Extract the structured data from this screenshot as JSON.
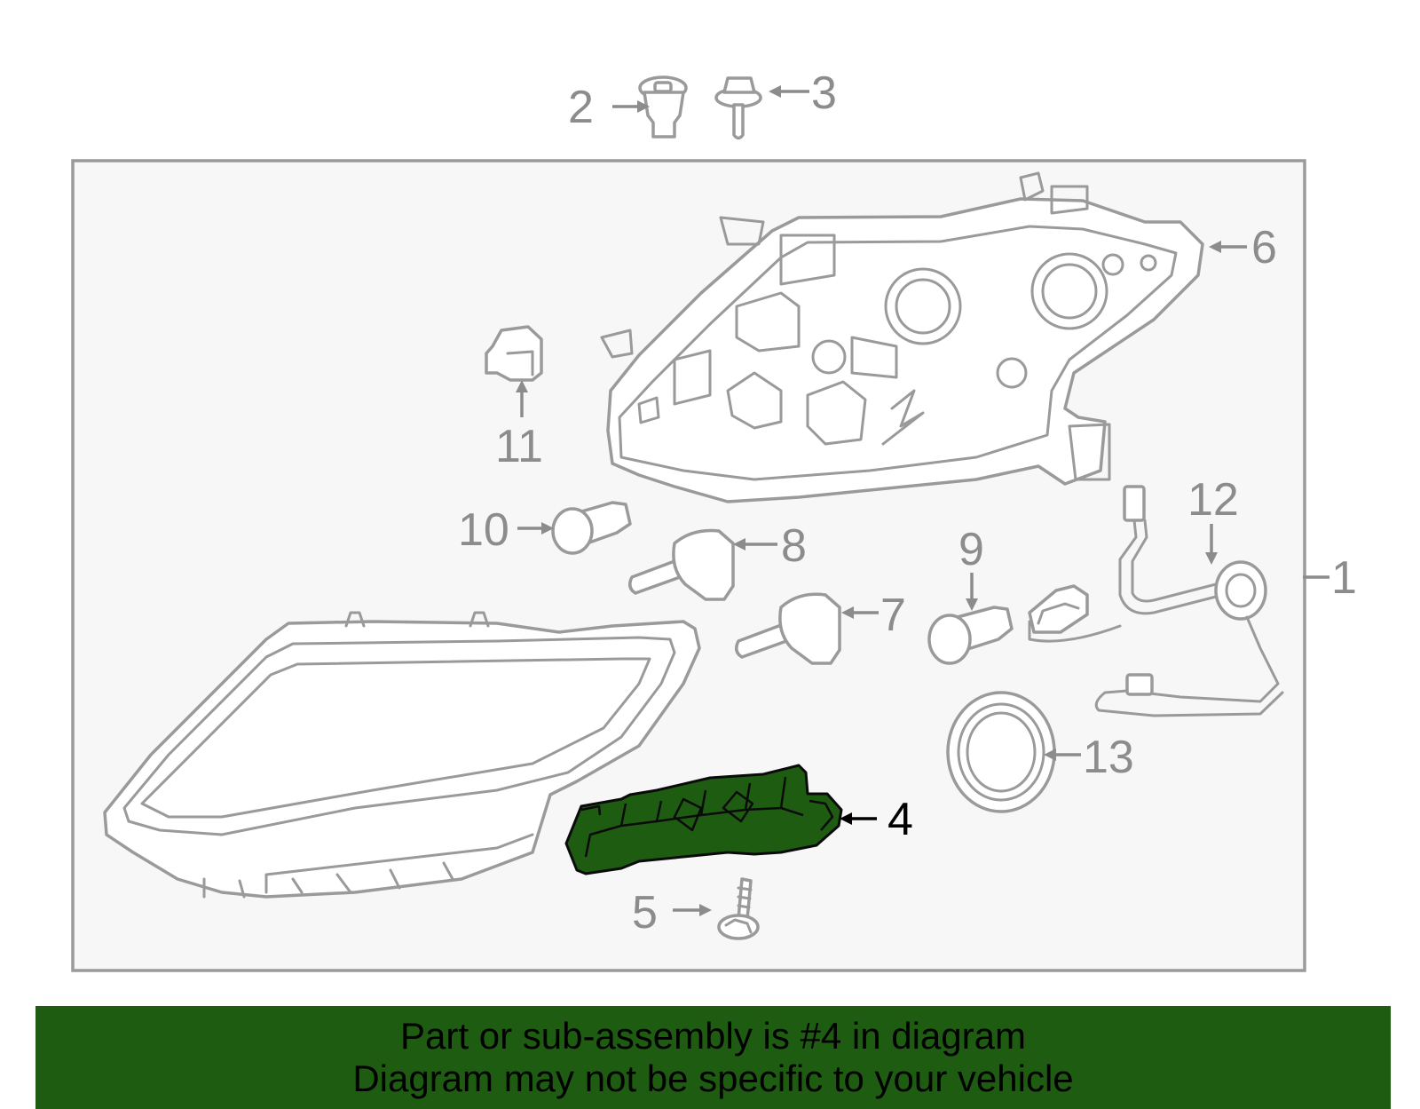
{
  "callouts": {
    "c1": "1",
    "c2": "2",
    "c3": "3",
    "c4": "4",
    "c5": "5",
    "c6": "6",
    "c7": "7",
    "c8": "8",
    "c9": "9",
    "c10": "10",
    "c11": "11",
    "c12": "12",
    "c13": "13"
  },
  "highlight": {
    "part_number": "4",
    "color": "#1e5c12"
  },
  "banner": {
    "line1": "Part or sub-assembly is #4 in diagram",
    "line2": "Diagram may not be specific to your vehicle",
    "color": "#1e5c12"
  }
}
